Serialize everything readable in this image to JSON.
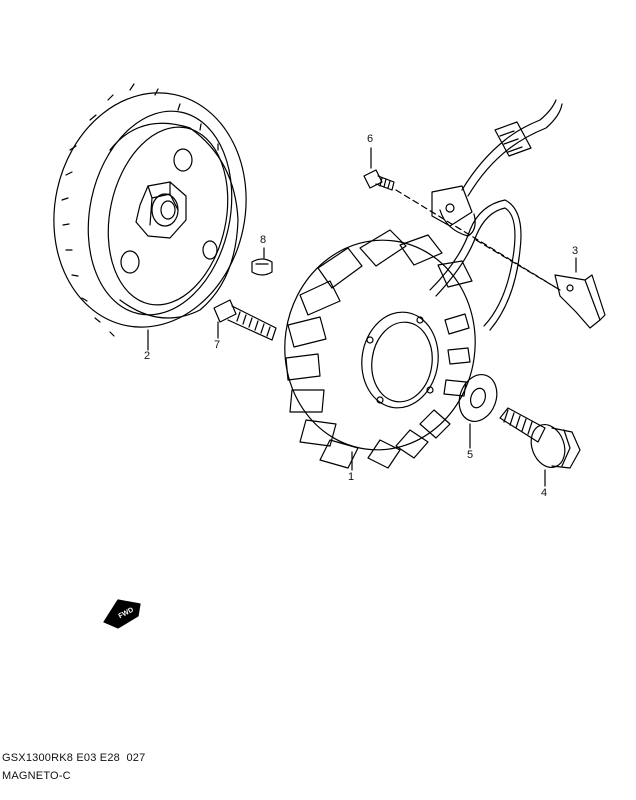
{
  "callouts": {
    "p1": "1",
    "p2": "2",
    "p3": "3",
    "p4": "4",
    "p5": "5",
    "p6": "6",
    "p7": "7",
    "p8": "8"
  },
  "fwd_label": "FWD",
  "footer": {
    "model_code": "GSX1300RK8 E03 E28  027",
    "section_name": "MAGNETO-C"
  }
}
